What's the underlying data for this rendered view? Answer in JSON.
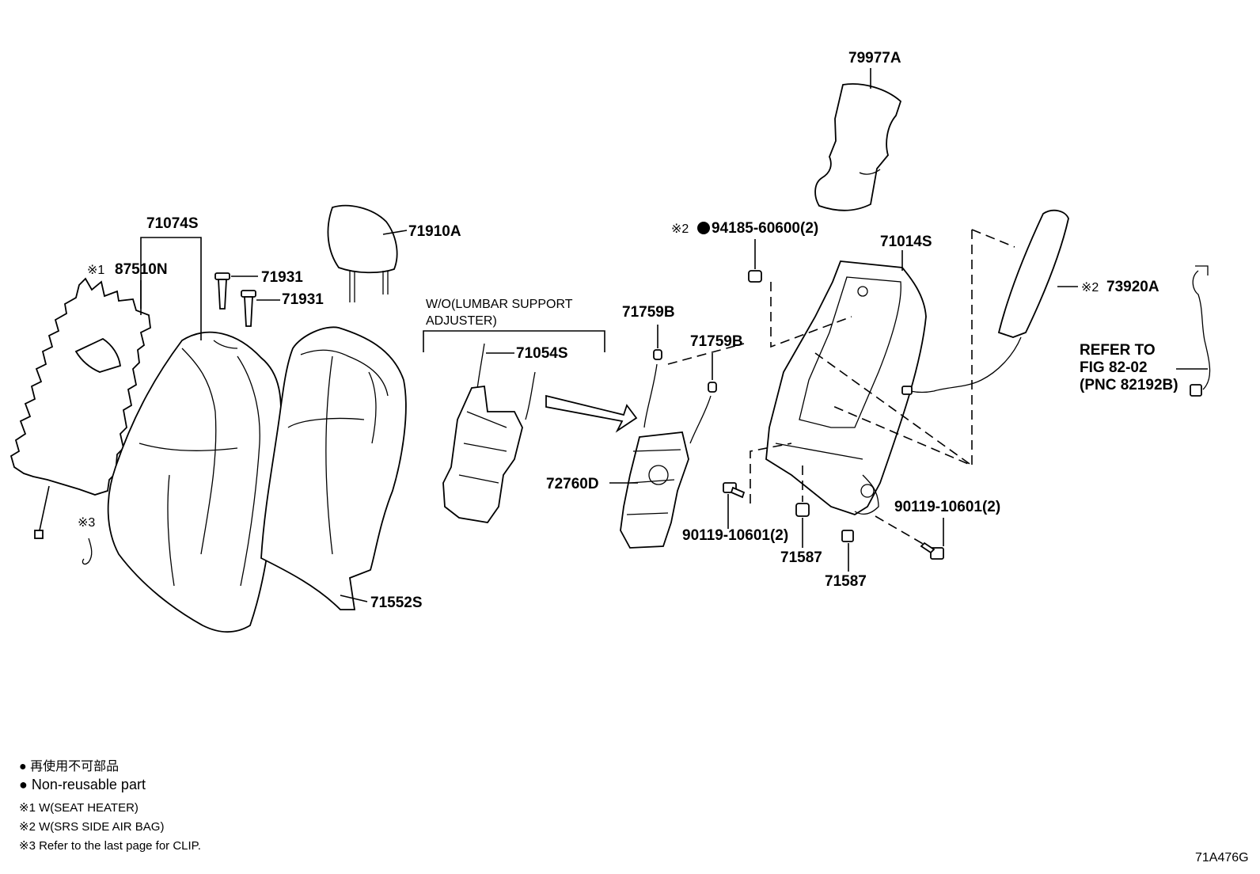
{
  "parts": {
    "p79977A": "79977A",
    "p71074S": "71074S",
    "p71910A": "71910A",
    "p87510N_mark": "※1",
    "p87510N": "87510N",
    "p71931a": "71931",
    "p71931b": "71931",
    "p71054S": "71054S",
    "p71759Ba": "71759B",
    "p71759Bb": "71759B",
    "p94185_mark": "※2",
    "p94185": "94185-60600(2)",
    "p71014S": "71014S",
    "p73920A_mark": "※2",
    "p73920A": "73920A",
    "p72760D": "72760D",
    "p90119a": "90119-10601(2)",
    "p90119b": "90119-10601(2)",
    "p71587a": "71587",
    "p71587b": "71587",
    "p71552S": "71552S",
    "clip_mark": "※3"
  },
  "lumbar_label_1": "W/O(LUMBAR SUPPORT",
  "lumbar_label_2": "ADJUSTER)",
  "refer_1": "REFER TO",
  "refer_2": "FIG 82-02",
  "refer_3": "(PNC 82192B)",
  "legend": {
    "line1": "● 再使用不可部品",
    "line2": "● Non-reusable part",
    "line3": "※1 W(SEAT HEATER)",
    "line4": "※2 W(SRS SIDE AIR BAG)",
    "line5": "※3 Refer to the last page for CLIP."
  },
  "figure_code": "71A476G"
}
